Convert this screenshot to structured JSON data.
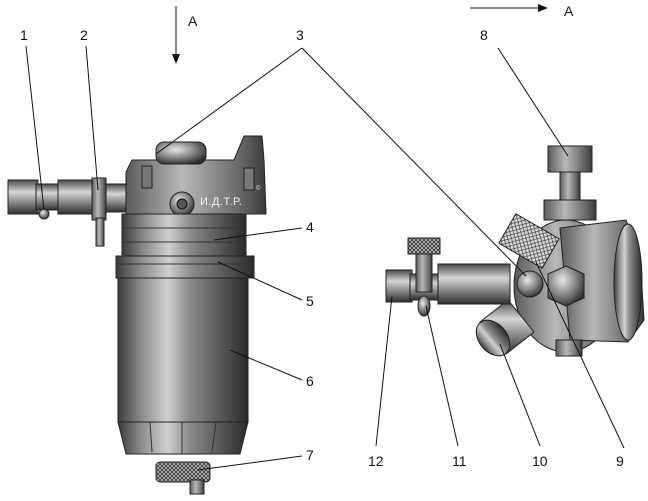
{
  "view_labels": {
    "left_arrow": "A",
    "right_arrow": "A"
  },
  "stamp": "И.Д.Т.Р.",
  "stamp_mark": "©",
  "callouts": {
    "c1": "1",
    "c2": "2",
    "c3": "3",
    "c4": "4",
    "c5": "5",
    "c6": "6",
    "c7": "7",
    "c8": "8",
    "c9": "9",
    "c10": "10",
    "c11": "11",
    "c12": "12"
  }
}
